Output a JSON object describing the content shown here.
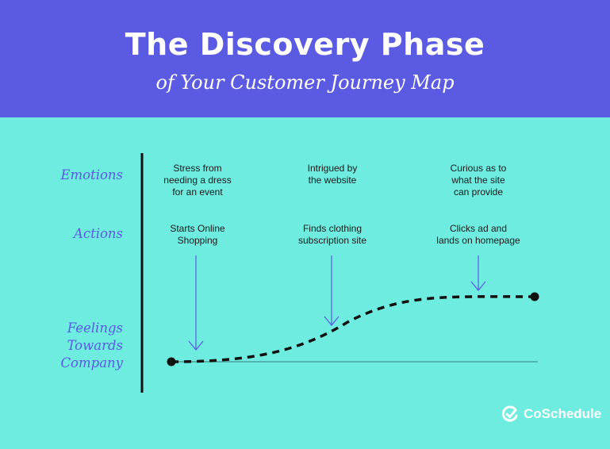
{
  "header": {
    "title": "The Discovery Phase",
    "subtitle": "of Your Customer Journey Map"
  },
  "rows": {
    "emotions": "Emotions",
    "actions": "Actions",
    "feelings": [
      "Feelings",
      "Towards",
      "Company"
    ]
  },
  "stages": [
    {
      "emotion": [
        "Stress from",
        "needing a dress",
        "for an event"
      ],
      "action": [
        "Starts Online",
        "Shopping"
      ]
    },
    {
      "emotion": [
        "Intrigued by",
        "the website"
      ],
      "action": [
        "Finds clothing",
        "subscription site"
      ]
    },
    {
      "emotion": [
        "Curious as to",
        "what the site",
        "can provide"
      ],
      "action": [
        "Clicks ad and",
        "lands on homepage"
      ]
    }
  ],
  "brand": {
    "name": "CoSchedule",
    "icon": "coschedule-check-icon"
  },
  "colors": {
    "header_bg": "#5b5ae3",
    "body_bg": "#6eece0",
    "accent": "#5b5ae3",
    "curve": "#111111",
    "baseline": "#4a9f9a"
  }
}
